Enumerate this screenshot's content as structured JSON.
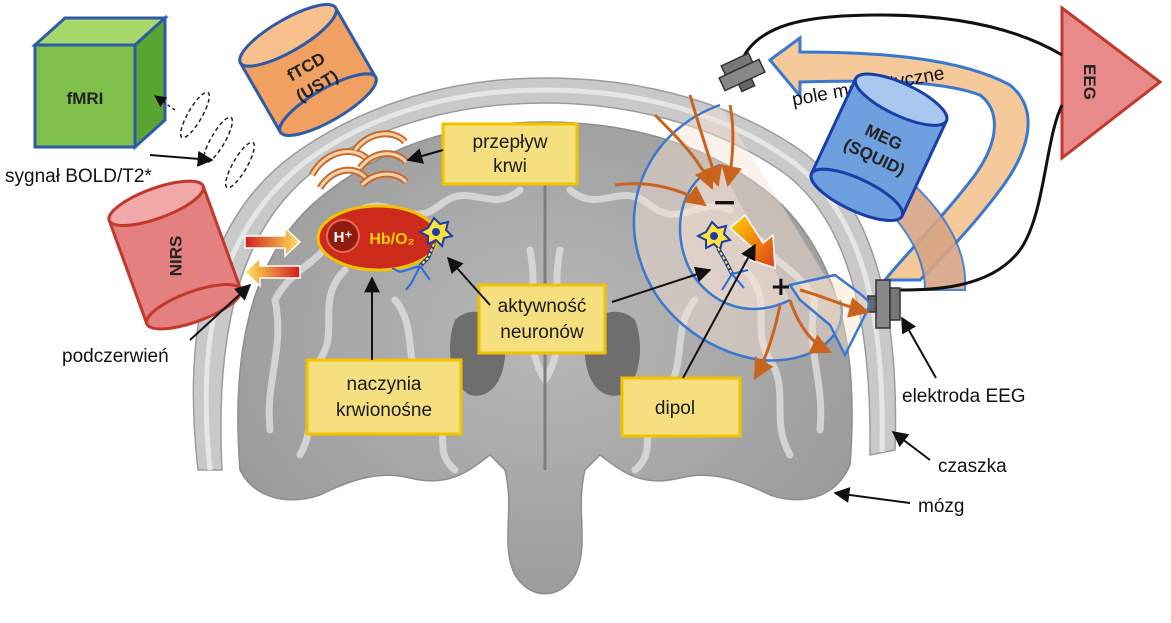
{
  "colors": {
    "label_box_fill": "#f6df7e",
    "label_box_border": "#f2c200",
    "fmri_green": "#7ec04a",
    "ftcd_orange": "#f0a060",
    "nirs_red": "#e58080",
    "meg_blue": "#6ea0e0",
    "eeg_red": "#e88a8a",
    "magnetic_field_arrow": "#f5c99a",
    "flow_arrows": "#c8641e",
    "brain_grey": "#bdbdbd"
  },
  "devices": {
    "fmri": "fMRI",
    "ftcd_line1": "fTCD",
    "ftcd_line2": "(UST)",
    "nirs": "NIRS",
    "meg_line1": "MEG",
    "meg_line2": "(SQUID)",
    "eeg": "EEG"
  },
  "labels": {
    "bold_signal": "sygnał BOLD/T2*",
    "infrared": "podczerwień",
    "magnetic_field": "pole magnetyczne",
    "eeg_electrode": "elektroda EEG",
    "skull": "czaszka",
    "brain": "mózg",
    "hydrogen_ion": "H⁺",
    "hemoglobin": "Hb/O₂",
    "minus_sign": "−",
    "plus_sign": "+"
  },
  "boxes": {
    "blood_flow_line1": "przepływ",
    "blood_flow_line2": "krwi",
    "neural_activity_line1": "aktywność",
    "neural_activity_line2": "neuronów",
    "blood_vessels_line1": "naczynia",
    "blood_vessels_line2": "krwionośne",
    "dipole": "dipol"
  }
}
